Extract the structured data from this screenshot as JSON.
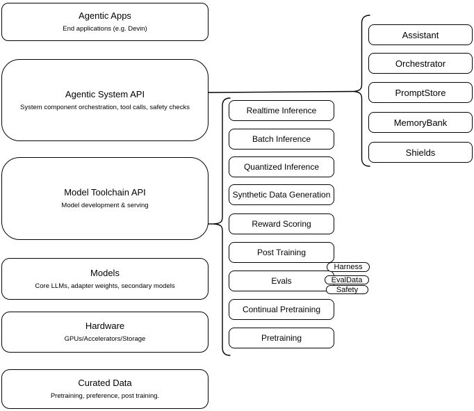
{
  "diagram": {
    "left_stack": [
      {
        "title": "Agentic Apps",
        "subtitle": "End applications (e.g. Devin)"
      },
      {
        "title": "Agentic System API",
        "subtitle": "System component orchestration, tool calls, safety checks"
      },
      {
        "title": "Model Toolchain API",
        "subtitle": "Model development & serving"
      },
      {
        "title": "Models",
        "subtitle": "Core LLMs, adapter weights, secondary models"
      },
      {
        "title": "Hardware",
        "subtitle": "GPUs/Accelerators/Storage"
      },
      {
        "title": "Curated Data",
        "subtitle": "Pretraining, preference, post training."
      }
    ],
    "toolchain": {
      "items": [
        "Realtime Inference",
        "Batch Inference",
        "Quantized Inference",
        "Synthetic Data Generation",
        "Reward Scoring",
        "Post Training",
        "Evals",
        "Continual Pretraining",
        "Pretraining"
      ],
      "evals_tags": [
        "Harness",
        "EvalData",
        "Safety"
      ]
    },
    "system_components": {
      "items": [
        "Assistant",
        "Orchestrator",
        "PromptStore",
        "MemoryBank",
        "Shields"
      ]
    },
    "colors": {
      "stroke": "#000000",
      "background": "#ffffff"
    }
  }
}
